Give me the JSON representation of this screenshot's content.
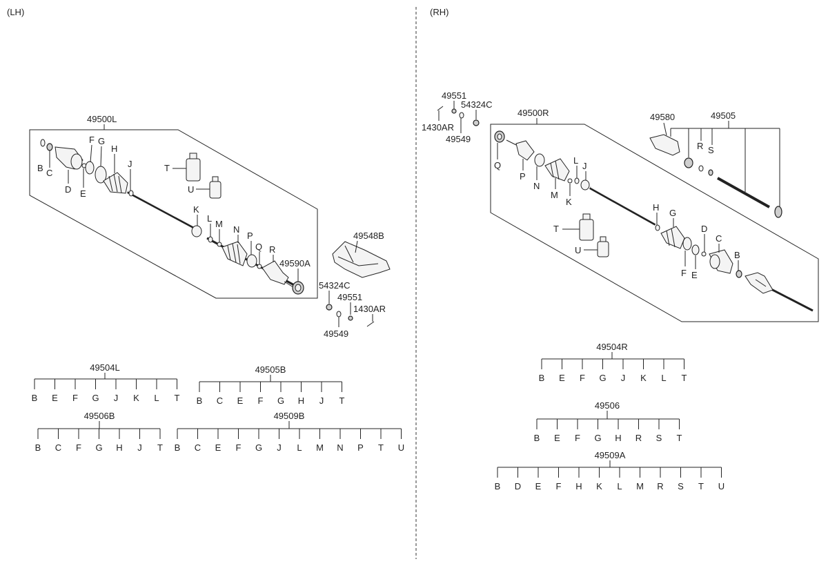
{
  "sides": {
    "left": "(LH)",
    "right": "(RH)"
  },
  "lh": {
    "assembly": "49500L",
    "letters": [
      "B",
      "C",
      "D",
      "E",
      "F",
      "G",
      "H",
      "J",
      "K",
      "L",
      "M",
      "N",
      "P",
      "Q",
      "R",
      "T",
      "U"
    ],
    "bearing": "49590A",
    "cover": "49548B",
    "small_parts": [
      "54324C",
      "49551",
      "1430AR",
      "49549"
    ]
  },
  "rh": {
    "assembly": "49500R",
    "letters": [
      "Q",
      "P",
      "N",
      "M",
      "K",
      "L",
      "J",
      "T",
      "U",
      "H",
      "G",
      "D",
      "C",
      "F",
      "E",
      "B"
    ],
    "bracket": "49580",
    "shaft_kit": "49505",
    "shaft_letters": [
      "R",
      "S"
    ],
    "small_parts": [
      "49551",
      "54324C",
      "1430AR",
      "49549"
    ]
  },
  "kits_lh": [
    {
      "code": "49504L",
      "items": [
        "B",
        "E",
        "F",
        "G",
        "J",
        "K",
        "L",
        "T"
      ]
    },
    {
      "code": "49505B",
      "items": [
        "B",
        "C",
        "E",
        "F",
        "G",
        "H",
        "J",
        "T"
      ]
    },
    {
      "code": "49506B",
      "items": [
        "B",
        "C",
        "F",
        "G",
        "H",
        "J",
        "T"
      ]
    },
    {
      "code": "49509B",
      "items": [
        "B",
        "C",
        "E",
        "F",
        "G",
        "J",
        "L",
        "M",
        "N",
        "P",
        "T",
        "U"
      ]
    }
  ],
  "kits_rh": [
    {
      "code": "49504R",
      "items": [
        "B",
        "E",
        "F",
        "G",
        "J",
        "K",
        "L",
        "T"
      ]
    },
    {
      "code": "49506",
      "items": [
        "B",
        "E",
        "F",
        "G",
        "H",
        "R",
        "S",
        "T"
      ]
    },
    {
      "code": "49509A",
      "items": [
        "B",
        "D",
        "E",
        "F",
        "H",
        "K",
        "L",
        "M",
        "R",
        "S",
        "T",
        "U"
      ]
    }
  ]
}
